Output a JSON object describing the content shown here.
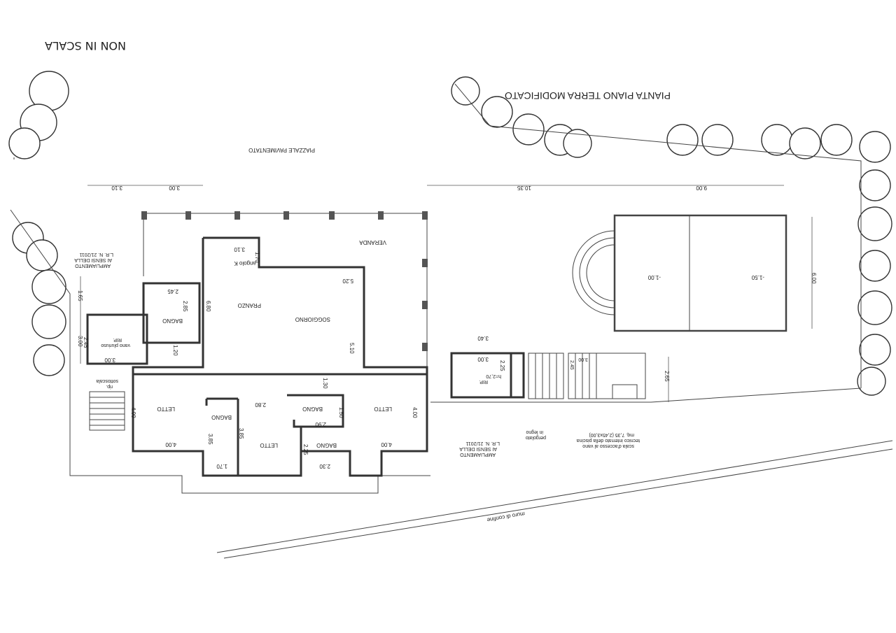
{
  "drawing": {
    "scale_note": "NON IN SCALA",
    "title": "PIANTA PIANO TERRA MODIFICATO",
    "paved_area": "PIAZZALE PAVIMENTATO",
    "boundary_wall": "muro di confine"
  },
  "rooms": {
    "veranda": "VERANDA",
    "soggiorno": "SOGGIORNO",
    "pranzo": "PRANZO",
    "angolo_k": "angolo K",
    "bagno": "BAGNO",
    "letto": "LETTO",
    "rip_sottoscala_1": "rip.",
    "rip_sottoscala_2": "sottoscala",
    "vano_pluriuso_1": "RIP.",
    "vano_pluriuso_2": "vano pluriuso",
    "rip_h_1": "RIP.",
    "rip_h_2": "h=2,70"
  },
  "notes": {
    "ampliamento_left": [
      "AMPLIAMENTO",
      "AI SENSI DELLA",
      "L.R. N. 21/2011"
    ],
    "ampliamento_right": [
      "AMPLIAMENTO",
      "AI SENSI DELLA",
      "L.R. N. 21/2011"
    ],
    "pergolato": [
      "pergolato",
      "in legno"
    ],
    "scala": [
      "scala d'accesso al vano",
      "tecnico interrato della piscina",
      "mq. 7,35 (2,45x3,00)"
    ]
  },
  "dimensions": {
    "top_left_a": "3.10",
    "top_left_b": "3.00",
    "top_right_a": "10.35",
    "top_right_b": "9.00",
    "pool_side": "6.00",
    "pool_bottom": "2.65",
    "pool_level_a": "-1.00",
    "pool_level_b": "-1.50",
    "pranzo_w": "3.10",
    "pranzo_a": "1.70",
    "pranzo_h": "6.80",
    "sogg_a": "5.20",
    "sogg_b": "5.10",
    "bagno1_w": "2.45",
    "bagno1_h": "2.85",
    "bagno1_b": "1.20",
    "left_a": "1.65",
    "left_b": "3.00",
    "left_c": "2.45",
    "left_d": "3.00",
    "corr": "1.30",
    "letto1_h": "4.00",
    "letto1_w": "4.00",
    "letto2_w": "2.80",
    "letto2_h": "3.85",
    "bagno2_h": "3.85",
    "bagno2_w": "1.70",
    "bagno3_w": "2.90",
    "bagno3_h": "1.50",
    "bagno4_h": "2.25",
    "bagno4_w": "2.30",
    "letto3_w": "4.00",
    "letto3_h": "4.00",
    "annex_top": "3.40",
    "annex_w": "3.00",
    "annex_h": "2.25",
    "stair_a": "3.00",
    "stair_b": "2.45"
  }
}
